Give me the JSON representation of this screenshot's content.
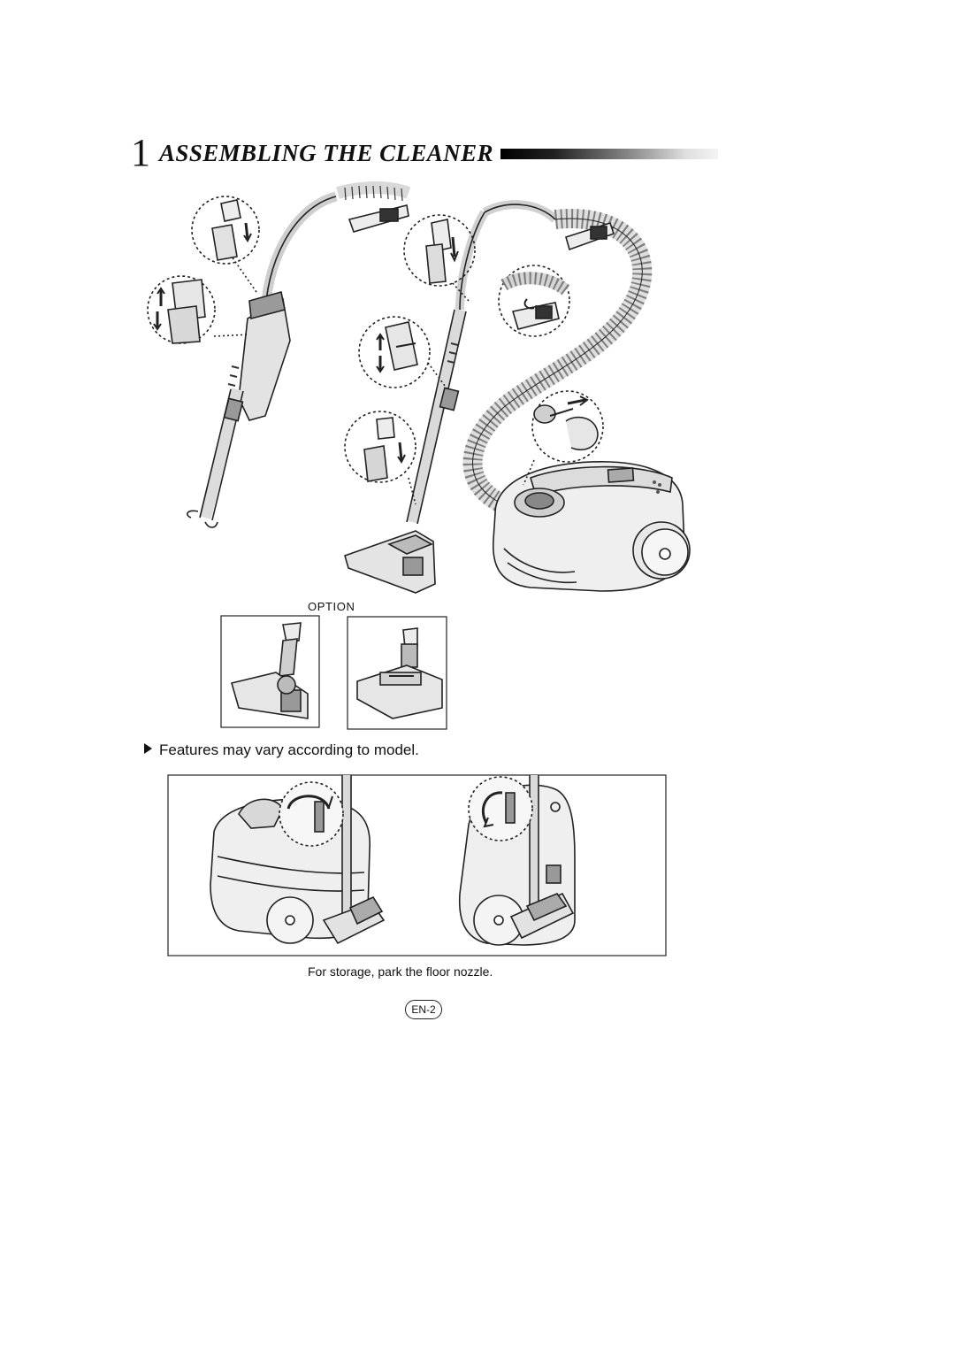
{
  "section": {
    "number": "1",
    "title": "ASSEMBLING THE CLEANER"
  },
  "option_label": "OPTION",
  "features_note": "Features may vary according to model.",
  "storage_caption": "For storage, park the floor nozzle.",
  "page_number": "EN-2"
}
